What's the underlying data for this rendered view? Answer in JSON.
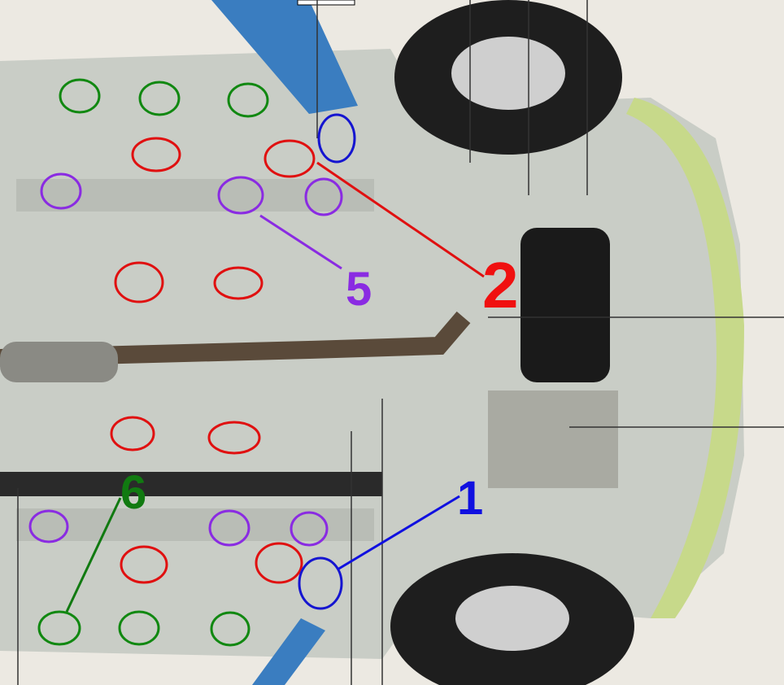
{
  "callouts": [
    {
      "label": "1",
      "color": "#1010e0"
    },
    {
      "label": "2",
      "color": "#f01010"
    },
    {
      "label": "5",
      "color": "#8a2be2"
    },
    {
      "label": "6",
      "color": "#117a11"
    }
  ],
  "colors": {
    "red": "#e01010",
    "blue": "#1515d0",
    "purple": "#8a2be2",
    "green": "#118811",
    "body": "#c9cdc6",
    "fender": "#c7d98a",
    "tire": "#1e1e1e"
  }
}
